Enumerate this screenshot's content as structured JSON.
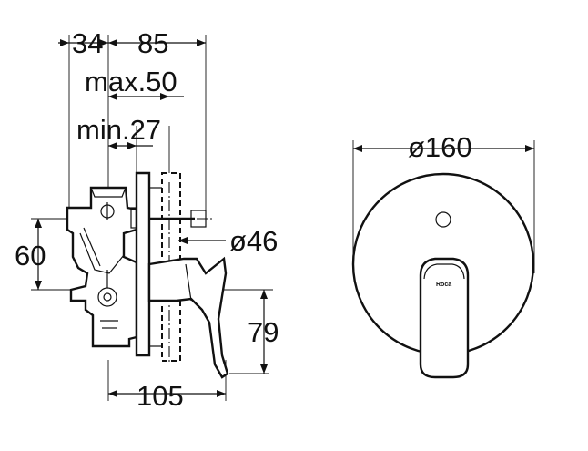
{
  "dimensions": {
    "depth_body": "34",
    "depth_total": "85",
    "max_depth": "max.50",
    "min_depth": "min.27",
    "height_60": "60",
    "plate_hub": "ø46",
    "height_79": "79",
    "lever_length": "105",
    "plate_diameter": "ø160"
  },
  "logo": {
    "brand": "Roca"
  }
}
